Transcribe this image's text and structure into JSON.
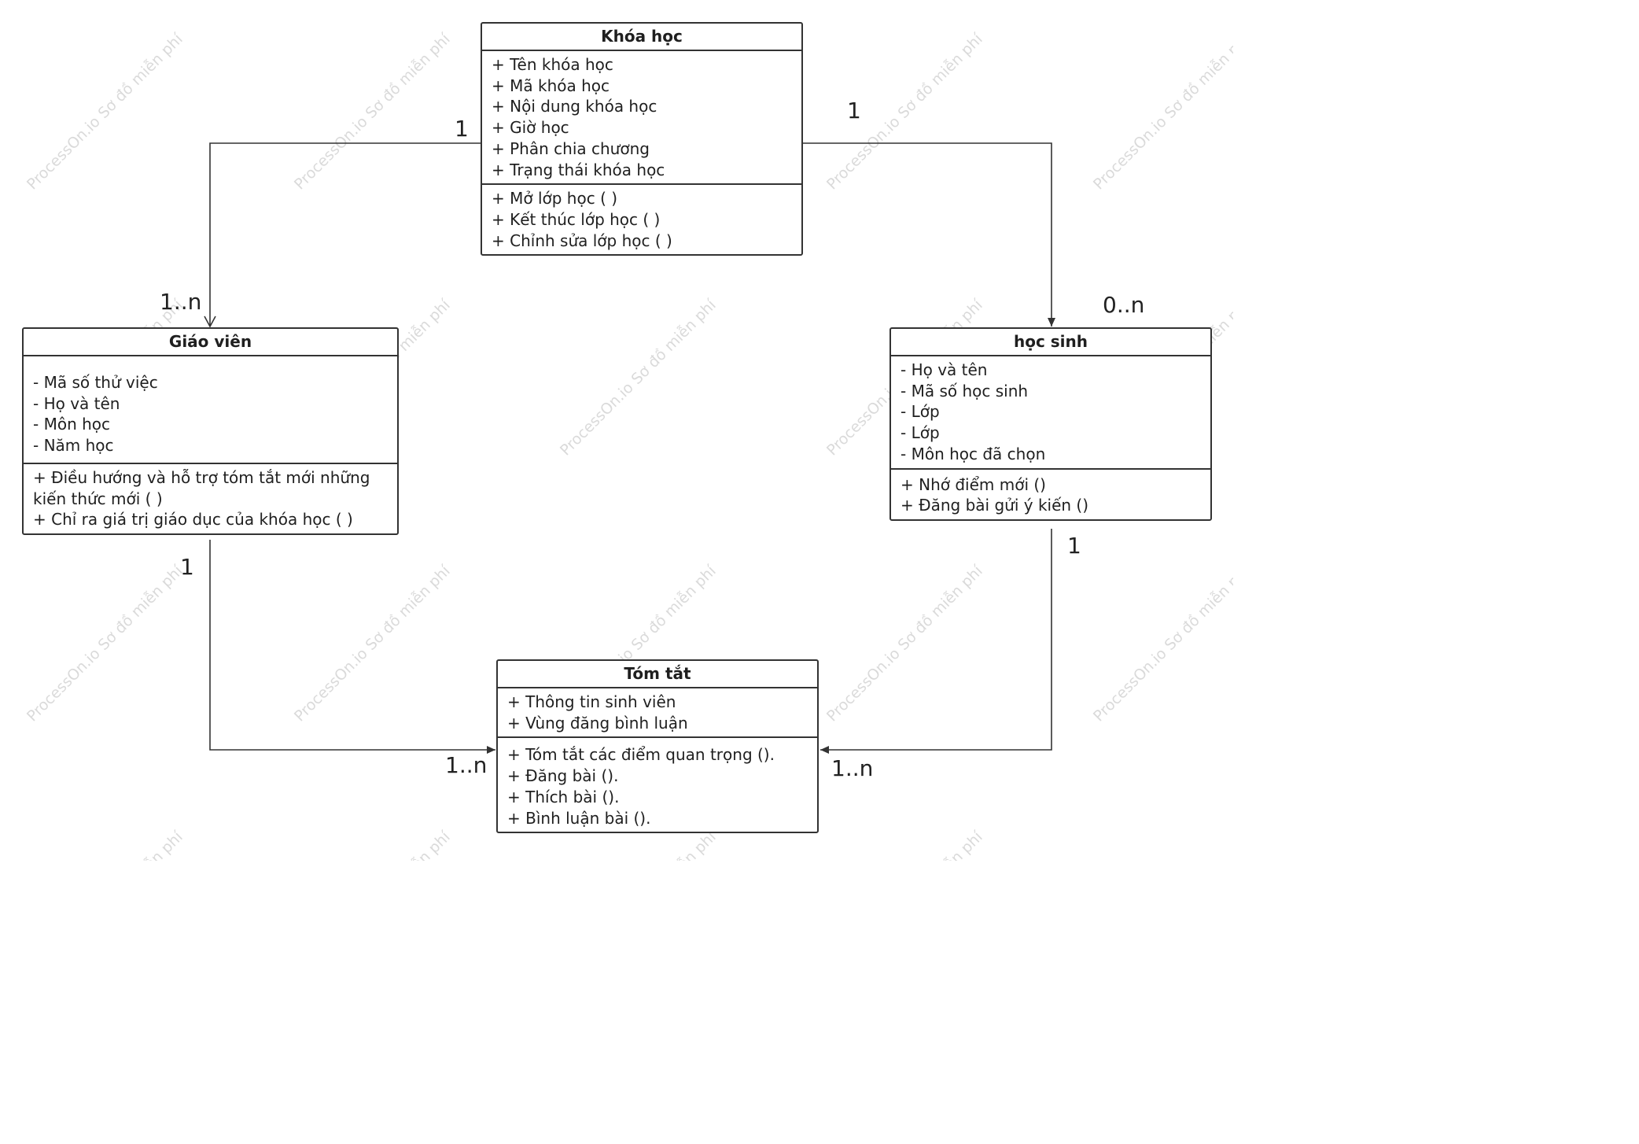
{
  "classes": {
    "khoa_hoc": {
      "name": "Khóa học",
      "attributes": [
        "+ Tên khóa học",
        "+ Mã khóa học",
        "+ Nội dung khóa học",
        "+ Giờ học",
        "+ Phân chia chương",
        "+ Trạng thái khóa học"
      ],
      "methods": [
        "+ Mở lớp học ( )",
        "+ Kết thúc lớp học ( )",
        "+ Chỉnh sửa lớp học ( )"
      ]
    },
    "giao_vien": {
      "name": "Giáo viên",
      "attributes": [
        "- Mã số thử việc",
        "- Họ và tên",
        "- Môn học",
        "- Năm học"
      ],
      "methods": [
        "+ Điều hướng và hỗ trợ tóm tắt mới những kiến thức mới ( )",
        "+ Chỉ ra giá trị giáo dục của khóa học ( )"
      ]
    },
    "hoc_sinh": {
      "name": "học sinh",
      "attributes": [
        "- Họ và tên",
        "- Mã số học sinh",
        "- Lớp",
        "- Lớp",
        "- Môn học đã chọn"
      ],
      "methods": [
        "+ Nhớ điểm mới  ()",
        "+ Đăng bài gửi ý kiến  ()"
      ]
    },
    "tom_tat": {
      "name": "Tóm tắt",
      "attributes": [
        "+ Thông tin sinh viên",
        "+ Vùng đăng bình luận"
      ],
      "methods": [
        "+ Tóm tắt các điểm quan trọng ().",
        "+ Đăng bài ().",
        "+ Thích bài ().",
        "+ Bình luận bài ()."
      ]
    }
  },
  "multiplicities": {
    "khoa_hoc_to_giao_vien_source": "1",
    "khoa_hoc_to_giao_vien_target": "1..n",
    "khoa_hoc_to_hoc_sinh_source": "1",
    "khoa_hoc_to_hoc_sinh_target": "0..n",
    "giao_vien_to_tom_tat_source": "1",
    "giao_vien_to_tom_tat_target": "1..n",
    "hoc_sinh_to_tom_tat_source": "1",
    "hoc_sinh_to_tom_tat_target": "1..n"
  },
  "watermark": "ProcessOn.io Sơ đồ miễn phí",
  "colors": {
    "line": "#333333",
    "watermark": "#bdbdbd"
  }
}
